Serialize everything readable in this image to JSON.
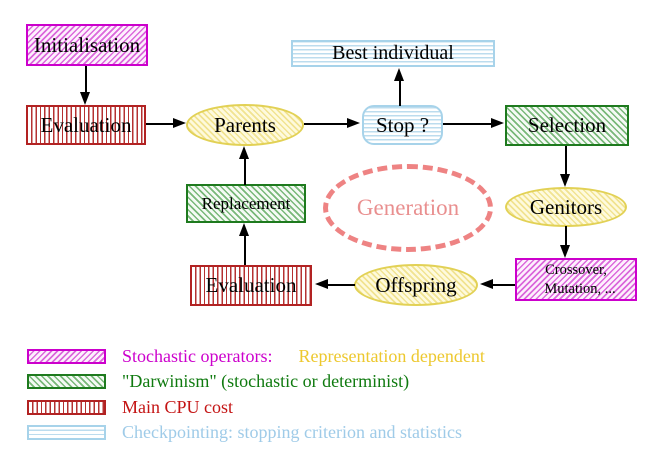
{
  "nodes": {
    "initialisation": "Initialisation",
    "evaluation_top": "Evaluation",
    "parents": "Parents",
    "best_individual": "Best individual",
    "stop": "Stop ?",
    "selection": "Selection",
    "genitors": "Genitors",
    "crossover_line1": "Crossover,",
    "crossover_line2": "Mutation, ...",
    "offspring": "Offspring",
    "evaluation_bottom": "Evaluation",
    "replacement": "Replacement",
    "generation": "Generation"
  },
  "legend": {
    "items": [
      {
        "swatch": "magenta-diagonal-hatch",
        "label": "Stochastic operators:",
        "label_secondary": "Representation dependent"
      },
      {
        "swatch": "green-diagonal-hatch",
        "label": "\"Darwinism\" (stochastic or determinist)"
      },
      {
        "swatch": "red-vertical-stripes",
        "label": "Main CPU cost"
      },
      {
        "swatch": "cyan-horizontal-stripes",
        "label": "Checkpointing: stopping criterion and statistics"
      }
    ]
  },
  "colors": {
    "magenta": "#cc00cc",
    "green": "#0f7a0f",
    "red": "#c41414",
    "gold": "#edc82e",
    "light_blue": "#9fcbe8",
    "salmon": "#ee8383",
    "yellow_border": "#e2d155",
    "arrow": "#000000"
  }
}
